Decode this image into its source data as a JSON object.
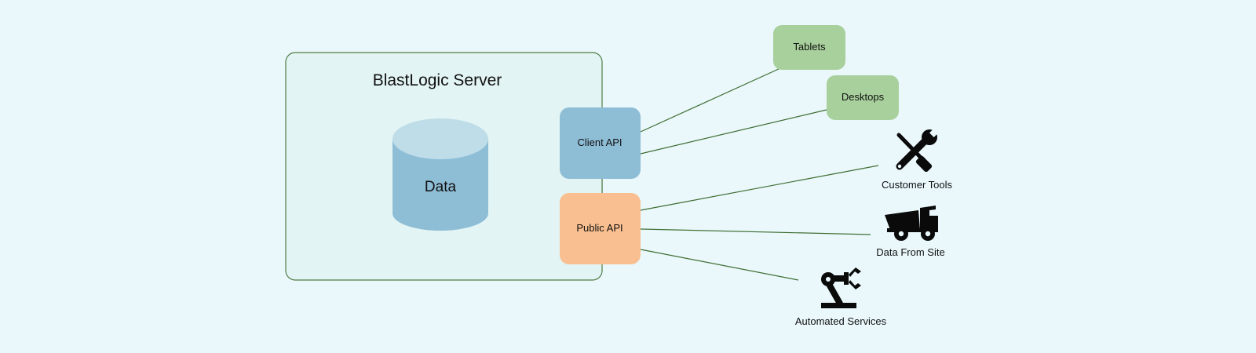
{
  "server": {
    "title": "BlastLogic Server",
    "data_store_label": "Data"
  },
  "apis": {
    "client": "Client API",
    "public": "Public API"
  },
  "clients": {
    "tablets": "Tablets",
    "desktops": "Desktops"
  },
  "consumers": {
    "customer_tools": "Customer Tools",
    "data_from_site": "Data From Site",
    "automated_services": "Automated Services"
  },
  "icons": {
    "customer_tools": "tools-icon",
    "data_from_site": "dump-truck-icon",
    "automated_services": "robot-arm-icon"
  },
  "colors": {
    "background": "#eaf8fc",
    "server_fill": "#e2f4f3",
    "server_border": "#4f7d46",
    "client_api": "#8ebdd6",
    "public_api": "#f9bf90",
    "client_device": "#a8d09c",
    "connector": "#3f6e32",
    "database_body": "#8ebdd6",
    "database_top": "#bedde9"
  }
}
